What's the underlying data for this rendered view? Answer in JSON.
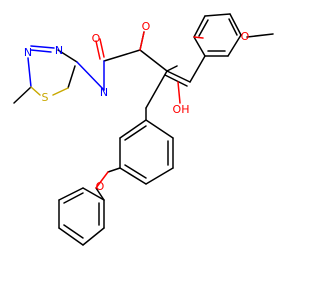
{
  "colors": {
    "background": "#ffffff",
    "carbon_bond": "#000000",
    "oxygen": "#ff0000",
    "nitrogen": "#0000ff",
    "sulfur": "#c8a800"
  },
  "labels": {
    "o_dione_left": "O",
    "o_dione_right": "O",
    "o_methoxy": "O",
    "oh": "OH",
    "n_pyrrolidine": "N",
    "n_thiadiazole_1": "N",
    "n_thiadiazole_2": "N",
    "s_thiadiazole": "S",
    "o_ether": "O"
  }
}
